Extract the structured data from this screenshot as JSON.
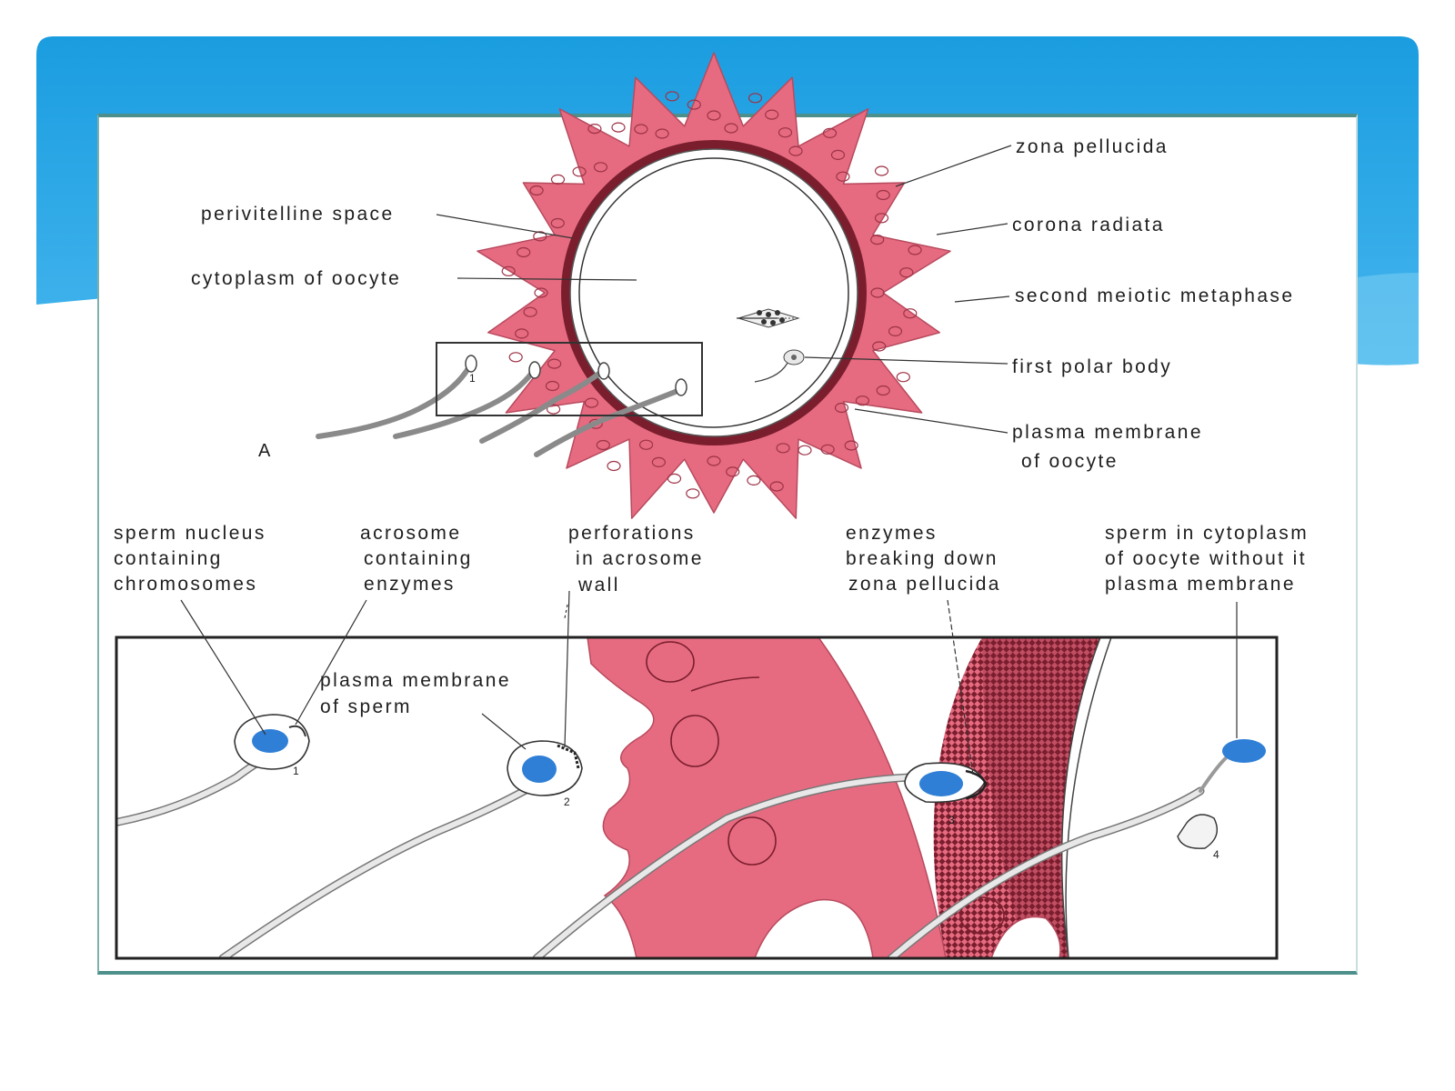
{
  "colors": {
    "header_blue": "#1a9de0",
    "header_light": "#45b5ee",
    "frame": "#4d8f8a",
    "corona": "#e66b80",
    "zona": "#7a1e2e",
    "nucleus": "#2f7fd6"
  },
  "panel_a": {
    "panel_letter": "A",
    "labels": {
      "zona_pellucida": "zona pellucida",
      "corona_radiata": "corona radiata",
      "second_meiotic_metaphase": "second meiotic metaphase",
      "first_polar_body": "first polar body",
      "plasma_membrane_line1": "plasma membrane",
      "plasma_membrane_line2": "of oocyte",
      "perivitelline_space": "perivitelline space",
      "cytoplasm_of_oocyte": "cytoplasm of oocyte"
    },
    "inset_number": "1"
  },
  "panel_b": {
    "labels": {
      "sperm_nucleus": [
        "sperm nucleus",
        "containing",
        "chromosomes"
      ],
      "acrosome": [
        "acrosome",
        "containing",
        "enzymes"
      ],
      "perforations": [
        "perforations",
        "in acrosome",
        "wall"
      ],
      "enzymes": [
        "enzymes",
        "breaking down",
        "zona pellucida"
      ],
      "sperm_in_cytoplasm": [
        "sperm in cytoplasm",
        "of oocyte without it",
        "plasma membrane"
      ],
      "plasma_membrane_sperm": [
        "plasma membrane",
        "of sperm"
      ]
    },
    "stage_numbers": [
      "1",
      "2",
      "3",
      "4"
    ]
  }
}
